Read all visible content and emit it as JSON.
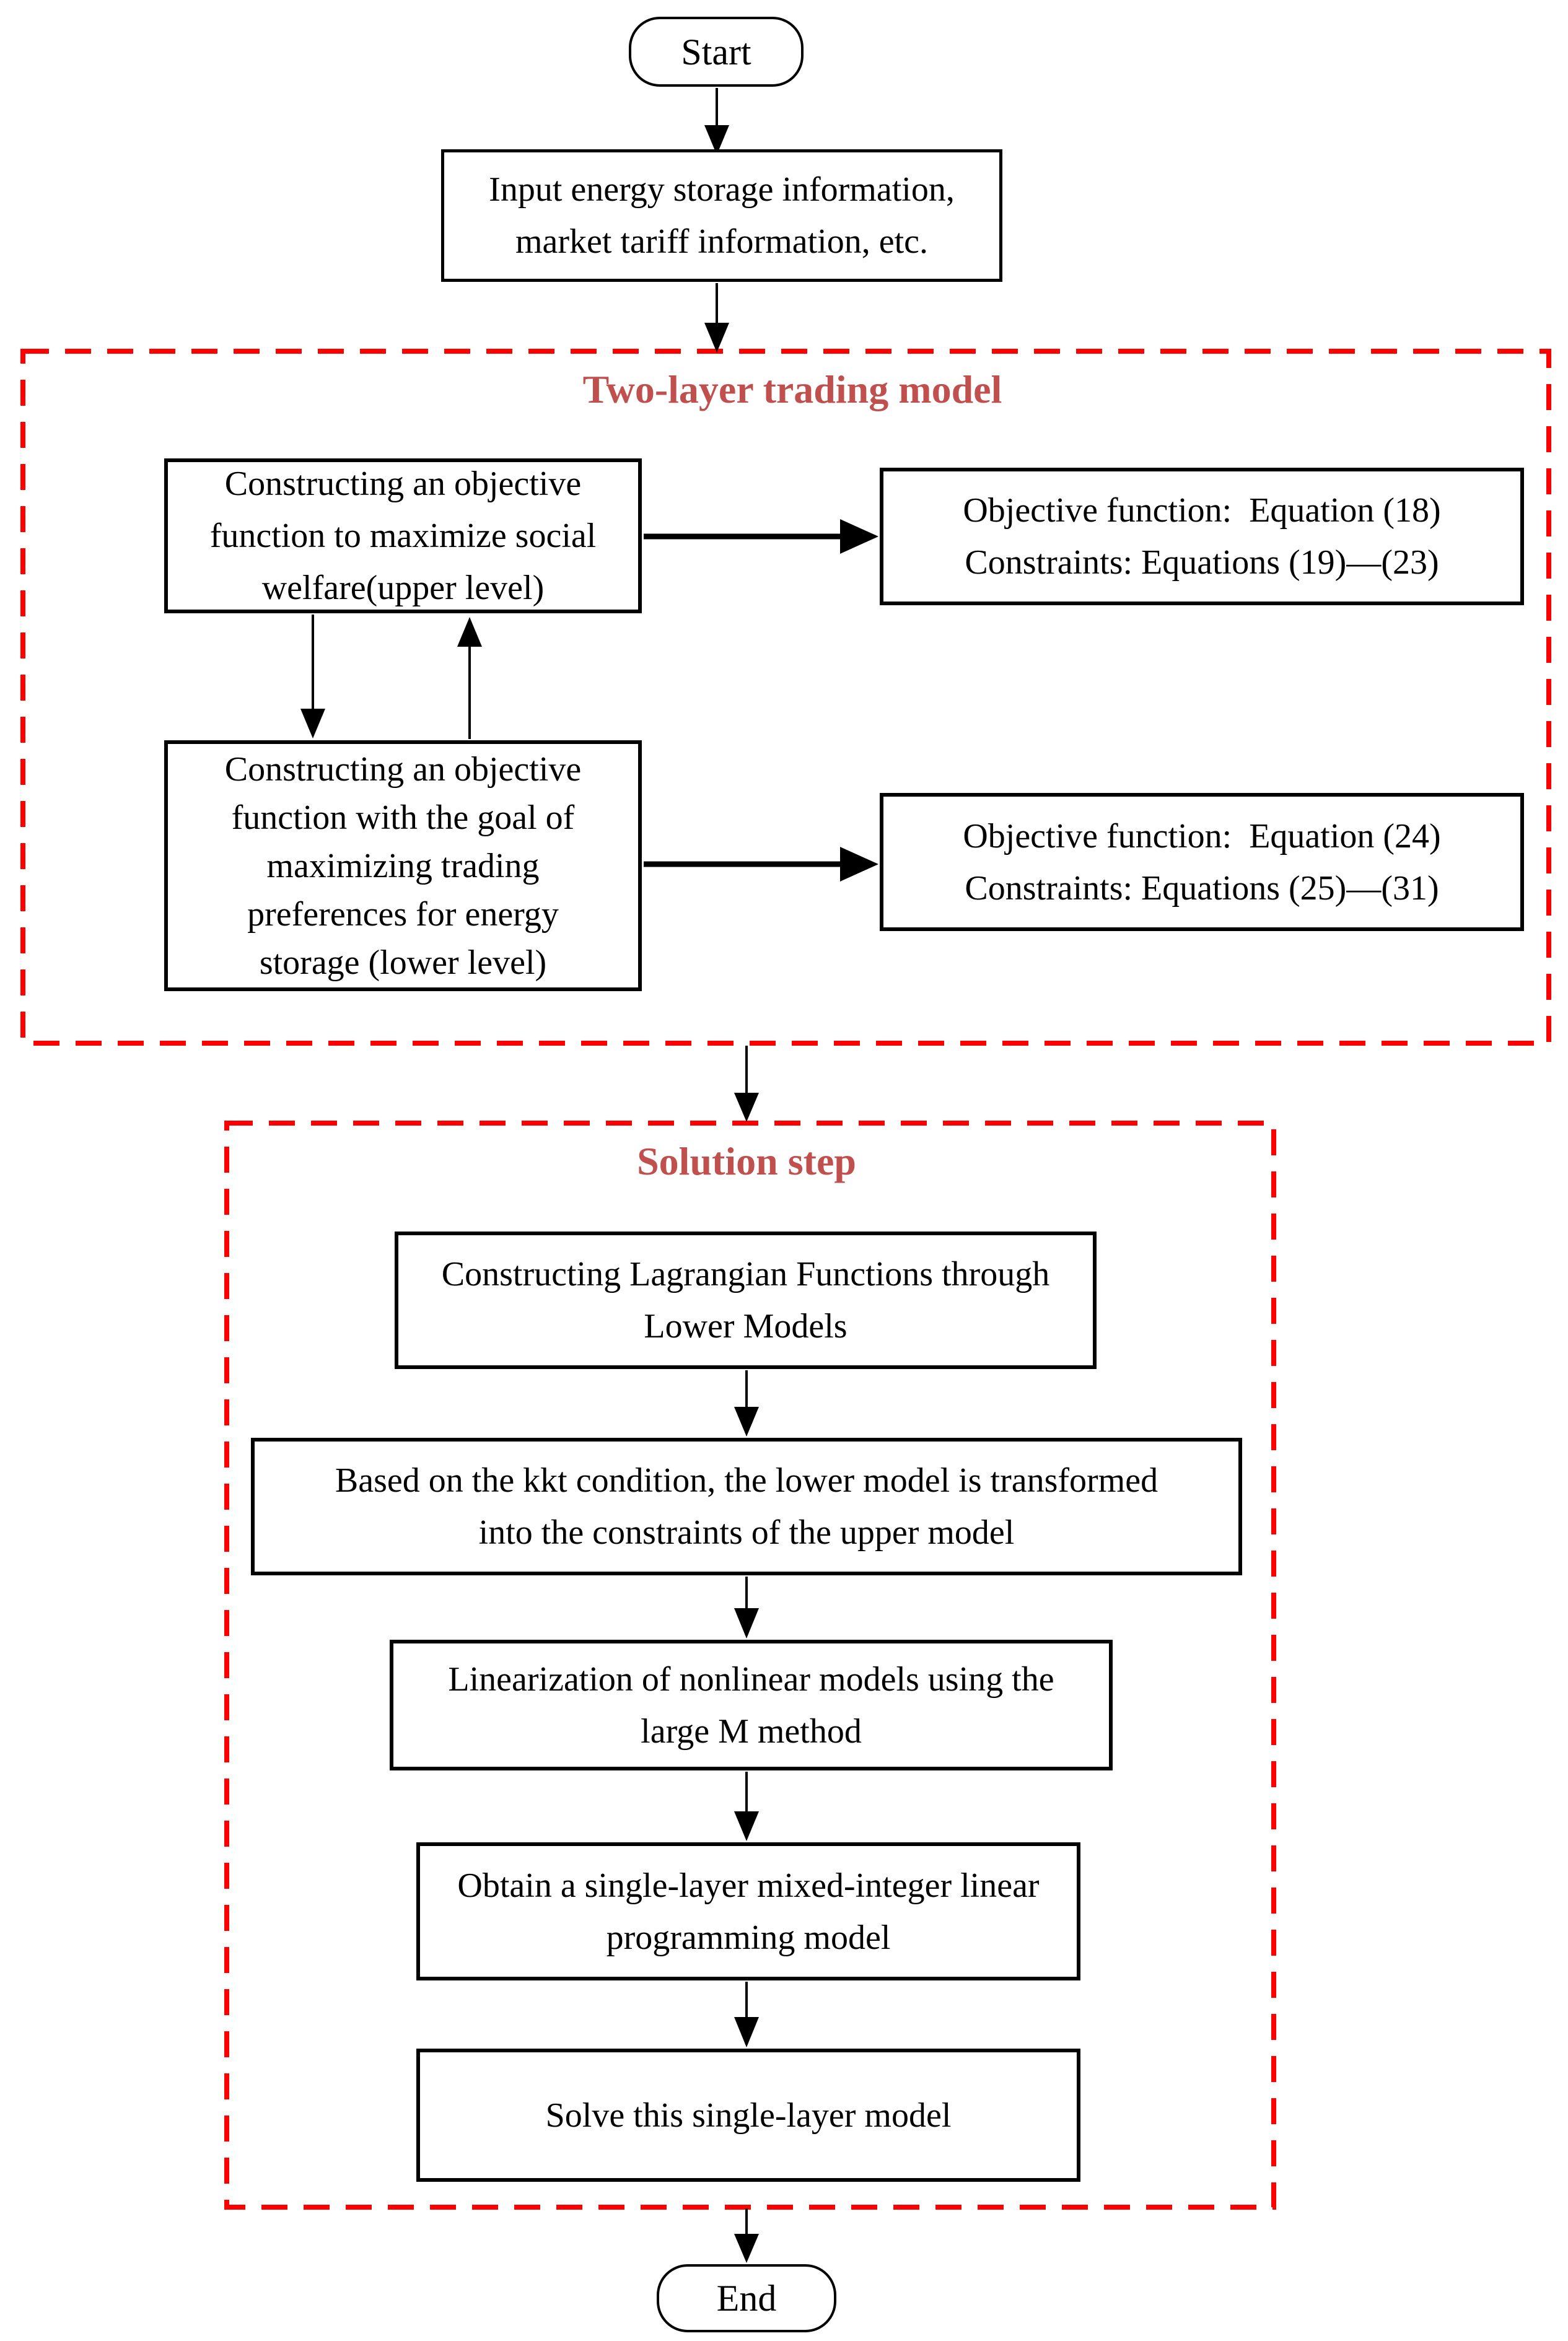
{
  "terminals": {
    "start": "Start",
    "end": "End"
  },
  "input_box": "Input energy storage information,\nmarket tariff information, etc.",
  "two_layer": {
    "title": "Two-layer trading model",
    "upper_box": "Constructing an objective\nfunction to maximize social\nwelfare(upper level)",
    "upper_result": "Objective function:  Equation (18)\nConstraints: Equations (19)—(23)",
    "lower_box": "Constructing an objective\nfunction with the goal of\nmaximizing trading\npreferences for energy\nstorage (lower level)",
    "lower_result": "Objective function:  Equation (24)\nConstraints: Equations (25)—(31)"
  },
  "solution": {
    "title": "Solution step",
    "steps": [
      "Constructing Lagrangian Functions through\nLower Models",
      "Based on the kkt condition, the lower model is transformed\ninto the constraints of the upper model",
      "Linearization of nonlinear models using the\nlarge M method",
      "Obtain a single-layer mixed-integer linear\nprogramming model",
      "Solve this single-layer model"
    ]
  },
  "colors": {
    "section_title": "#c0504d",
    "dashed_frame": "#ff0000",
    "box_border": "#000000",
    "background": "#ffffff"
  }
}
